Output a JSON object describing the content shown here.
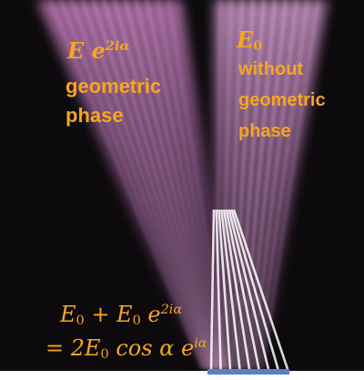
{
  "labels": {
    "left_top": "E e",
    "left_exp": "2iα",
    "left_line2": "geometric",
    "left_line3": "phase",
    "right_top": "E",
    "right_sub": "0",
    "right_line2": "without",
    "right_line3": "geometric",
    "right_line4": "phase",
    "eq1_a": "E",
    "eq1_a_sub": "0",
    "eq1_mid": " + E",
    "eq1_b_sub": "0",
    "eq1_tail": " e",
    "eq1_exp": "2iα",
    "eq2_head": "= 2E",
    "eq2_sub": "0",
    "eq2_tail": " cos α e",
    "eq2_exp": "iα"
  },
  "colors": {
    "background": "#0c0a0c",
    "beam": "#d98bd0",
    "text": "#f5a623",
    "sample_bar": "#5b7fc4"
  }
}
